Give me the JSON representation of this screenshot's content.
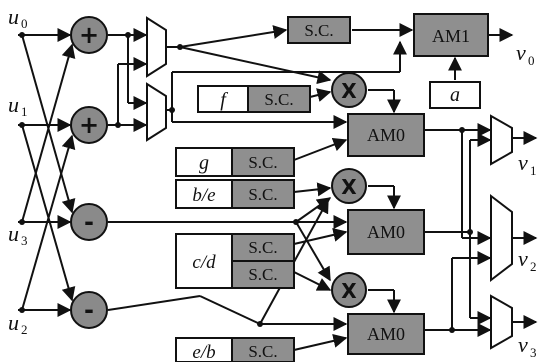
{
  "inputs": {
    "u0": {
      "base": "u",
      "sub": "0"
    },
    "u1": {
      "base": "u",
      "sub": "1"
    },
    "u3": {
      "base": "u",
      "sub": "3"
    },
    "u2": {
      "base": "u",
      "sub": "2"
    }
  },
  "outputs": {
    "v0": {
      "base": "v",
      "sub": "0"
    },
    "v1": {
      "base": "v",
      "sub": "1"
    },
    "v2": {
      "base": "v",
      "sub": "2"
    },
    "v3": {
      "base": "v",
      "sub": "3"
    }
  },
  "operators": {
    "plus": "+",
    "minus": "-",
    "mult": "X"
  },
  "blocks": {
    "sc": "S.C.",
    "am1": "AM1",
    "am0": "AM0"
  },
  "params": {
    "a": "a",
    "f": "f",
    "g": "g",
    "b_over_e": "b/e",
    "c_over_d": "c/d",
    "e_over_b": "e/b"
  }
}
